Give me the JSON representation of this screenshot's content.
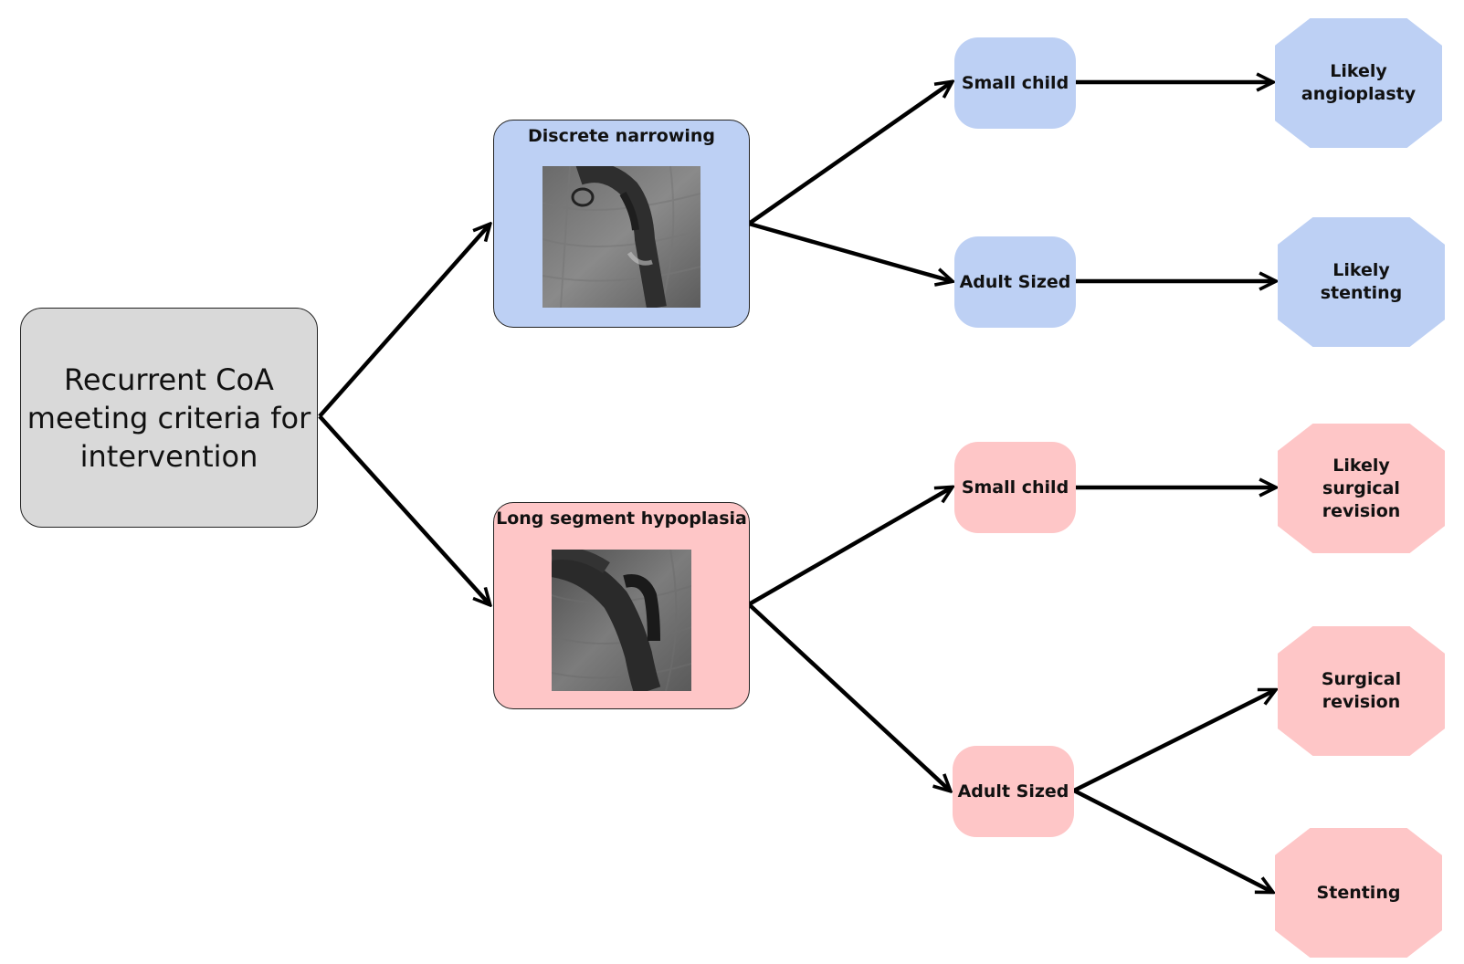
{
  "root": {
    "lines": [
      "Recurrent CoA",
      "meeting criteria for",
      "intervention"
    ]
  },
  "discrete": {
    "title": "Discrete narrowing",
    "image": "angiogram-discrete-narrowing"
  },
  "long": {
    "title": "Long segment hypoplasia",
    "image": "angiogram-long-segment-hypoplasia"
  },
  "blue_small": {
    "label": "Small child"
  },
  "blue_adult": {
    "label": "Adult Sized"
  },
  "pink_small": {
    "label": "Small child"
  },
  "pink_adult": {
    "label": "Adult Sized"
  },
  "outcomes": {
    "angioplasty": [
      "Likely",
      "angioplasty"
    ],
    "stenting_likely": [
      "Likely",
      "stenting"
    ],
    "surgical_likely": [
      "Likely",
      "surgical",
      "revision"
    ],
    "surgical": [
      "Surgical",
      "revision"
    ],
    "stenting": [
      "Stenting"
    ]
  },
  "colors": {
    "blue": "#bdd0f4",
    "pink": "#fec6c7",
    "gray": "#d9d9d9",
    "line": "#000000"
  }
}
